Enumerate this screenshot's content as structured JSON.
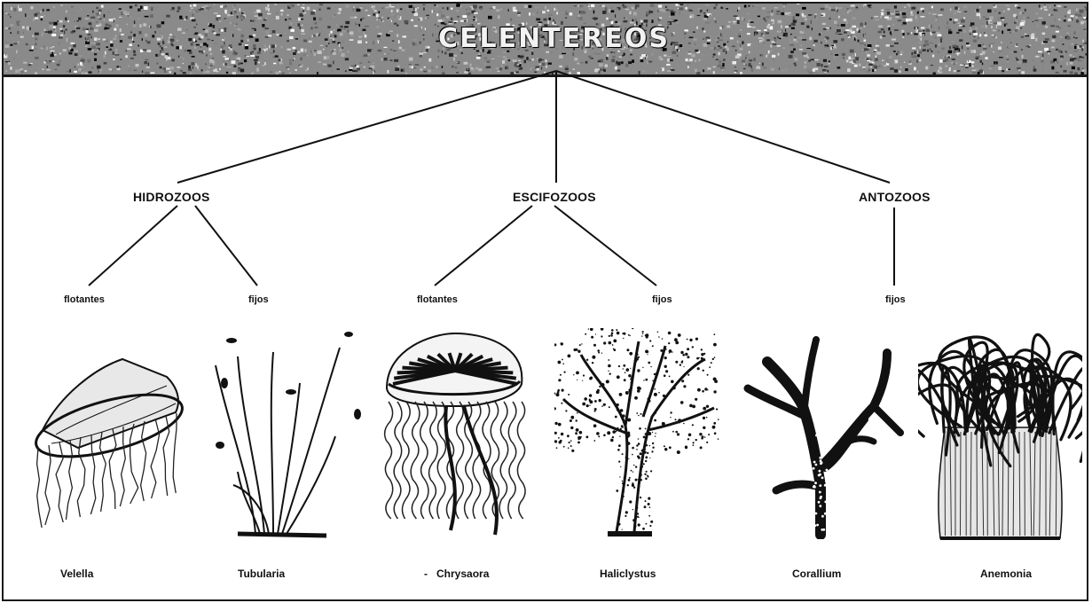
{
  "title": "CELENTEREOS",
  "groups": [
    {
      "label": "HIDROZOOS",
      "subs": [
        "flotantes",
        "fijos"
      ]
    },
    {
      "label": "ESCIFOZOOS",
      "subs": [
        "flotantes",
        "fijos"
      ]
    },
    {
      "label": "ANTOZOOS",
      "subs": [
        "fijos"
      ]
    }
  ],
  "organisms": [
    {
      "name": "Velella",
      "icon": "velella-icon"
    },
    {
      "name": "Tubularia",
      "icon": "tubularia-icon"
    },
    {
      "name": "Chrysaora",
      "icon": "chrysaora-icon"
    },
    {
      "name": "Haliclystus",
      "icon": "haliclystus-icon"
    },
    {
      "name": "Corallium",
      "icon": "corallium-icon"
    },
    {
      "name": "Anemonia",
      "icon": "anemonia-icon"
    }
  ],
  "colors": {
    "ink": "#111111",
    "paper": "#ffffff"
  }
}
